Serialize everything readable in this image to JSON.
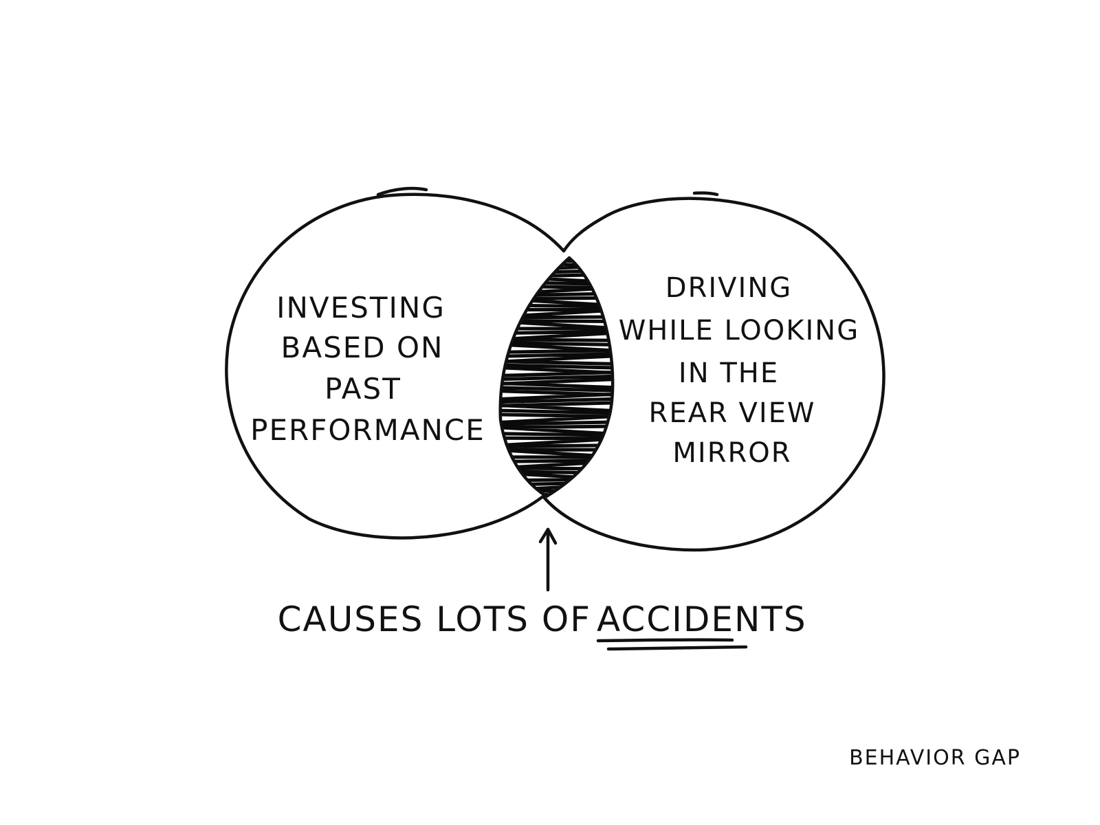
{
  "venn": {
    "left": {
      "lines": [
        "INVESTING",
        "BASED ON",
        "PAST",
        "PERFORMANCE"
      ]
    },
    "right": {
      "lines": [
        "DRIVING",
        "WHILE LOOKING",
        "IN THE",
        "REAR VIEW",
        "MIRROR"
      ]
    },
    "intersection": {
      "shaded": true
    }
  },
  "caption": {
    "prefix": "CAUSES LOTS OF",
    "emphasis": "ACCIDENTS",
    "emphasis_underlined": true
  },
  "signature": "BEHAVIOR GAP",
  "colors": {
    "ink": "#111111",
    "background": "#ffffff"
  }
}
